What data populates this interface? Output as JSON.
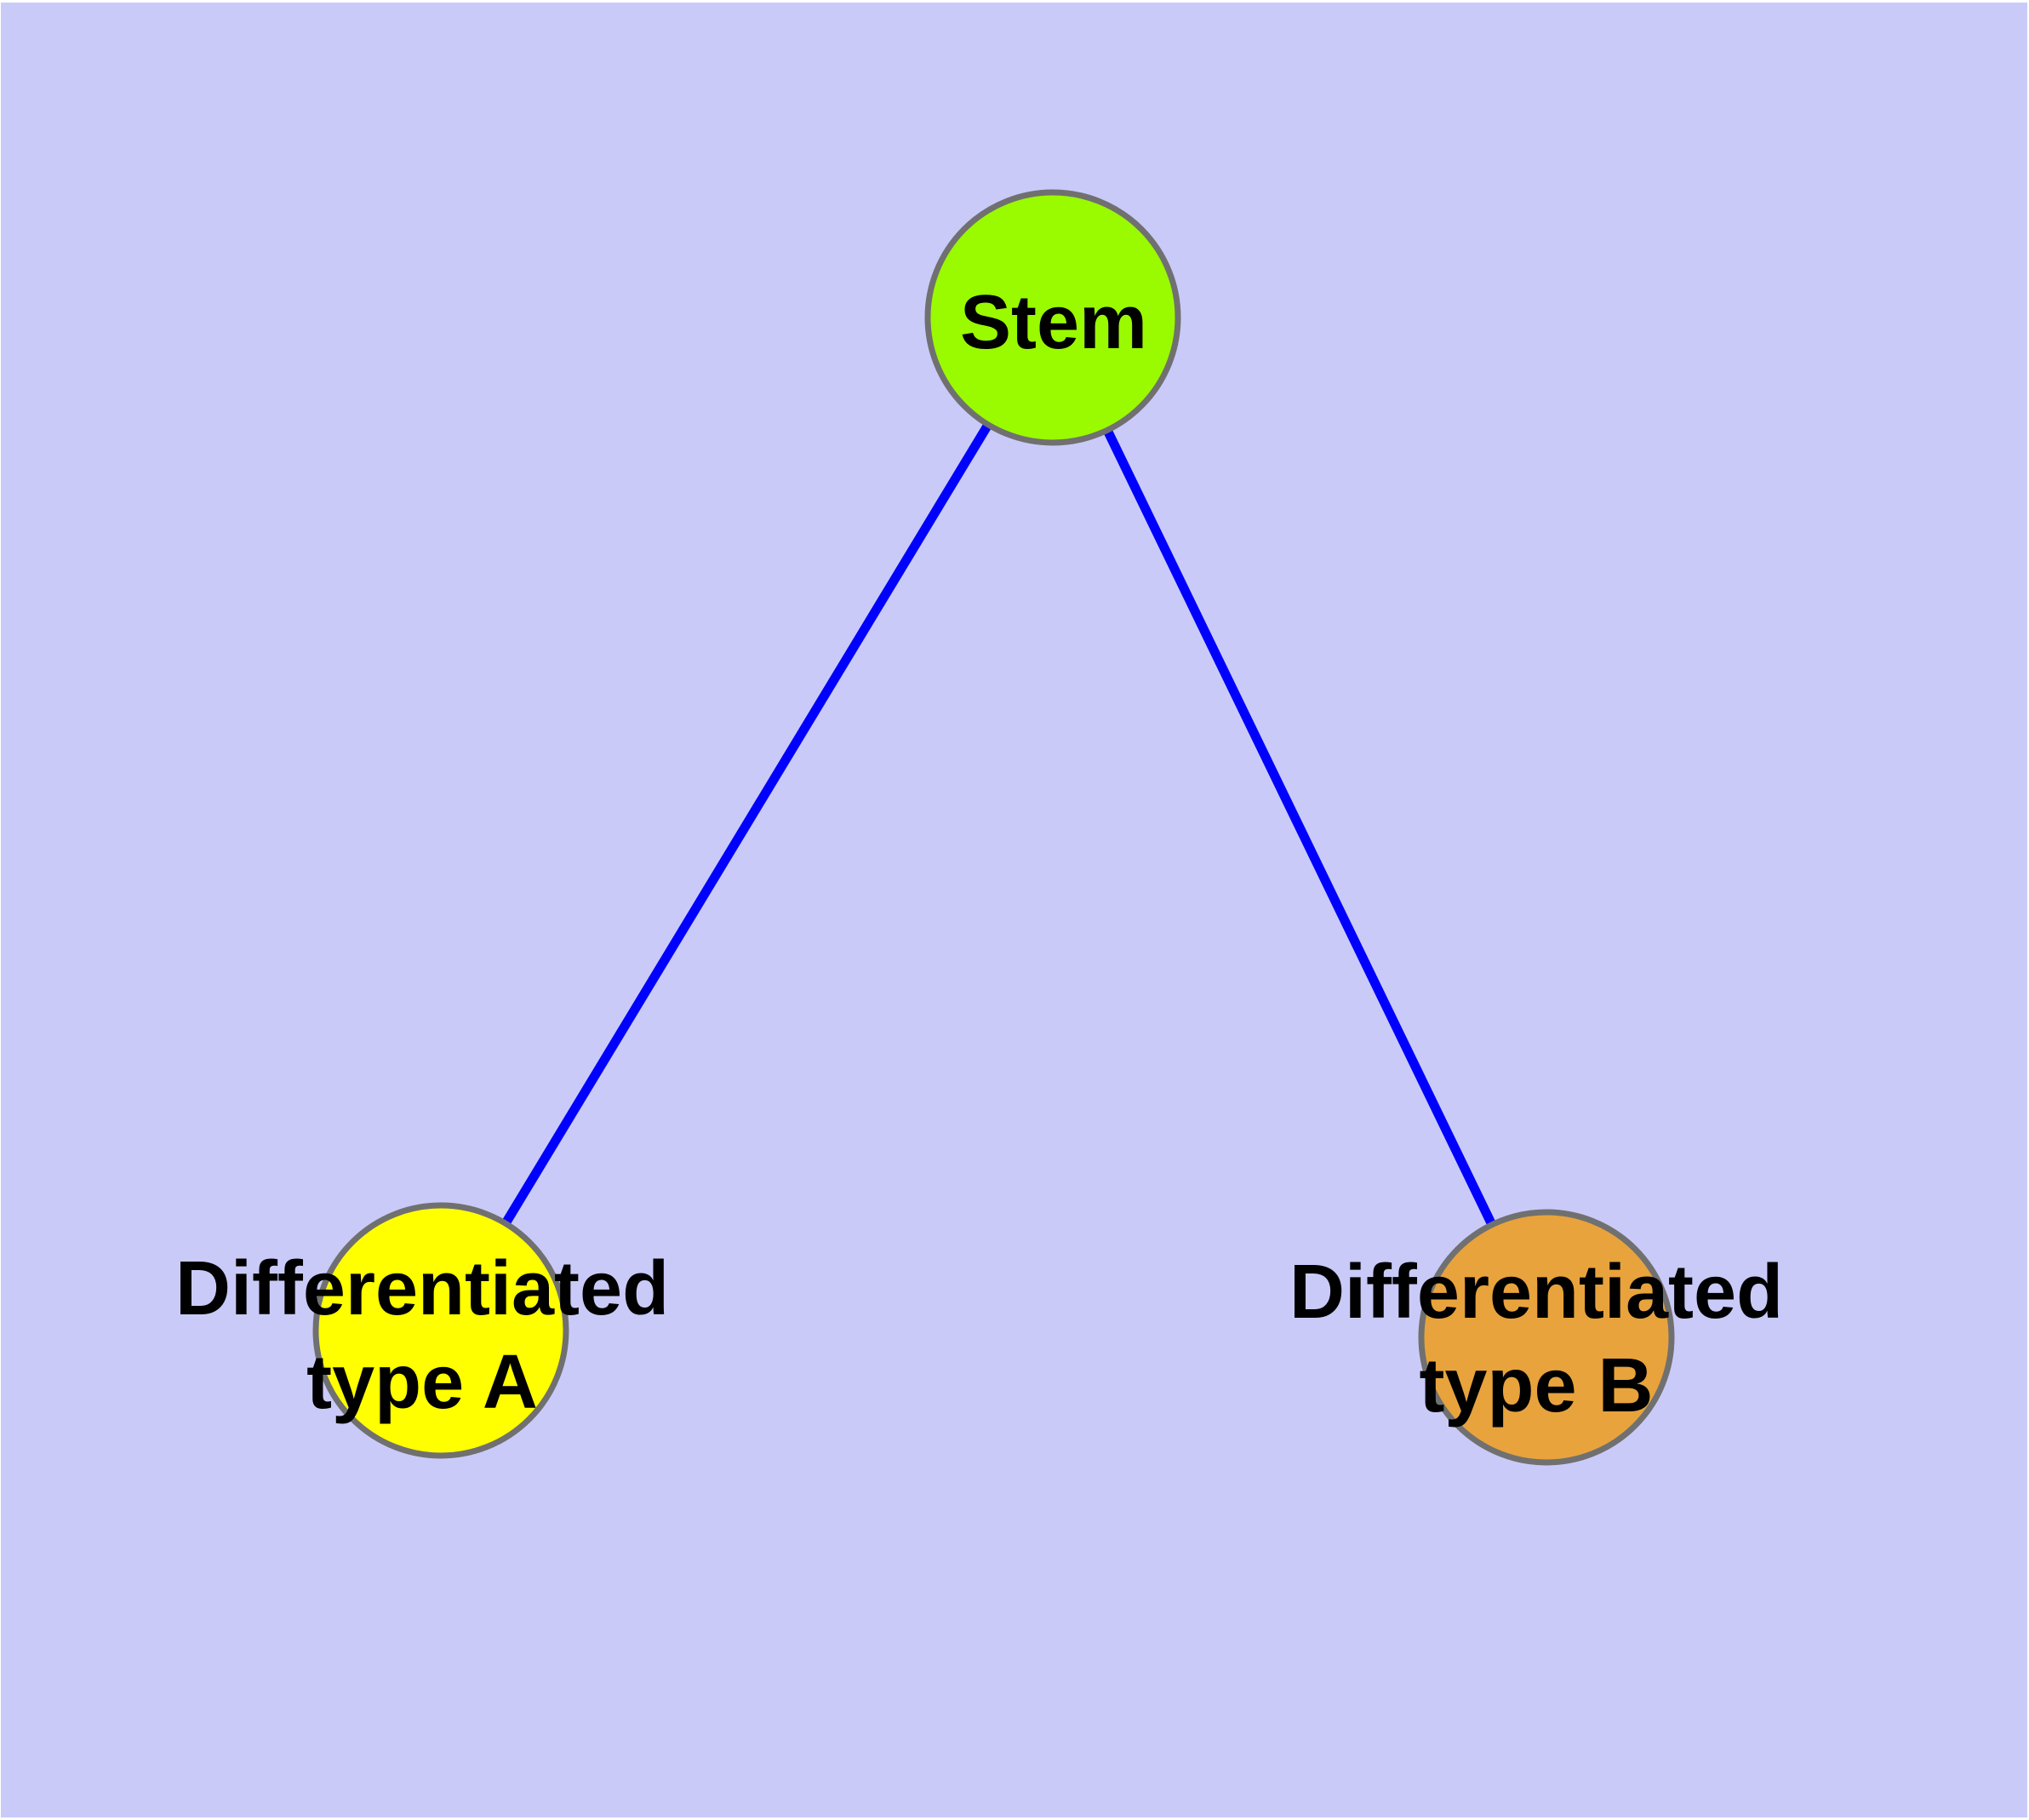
{
  "colors": {
    "background": "#CACAF9",
    "frame": "#FFFFFF",
    "edge": "#0000FF",
    "node_border": "#707070",
    "label_text": "#000000"
  },
  "nodes": [
    {
      "id": "stem",
      "label": "Stem",
      "fill": "#9AFA00"
    },
    {
      "id": "type-a",
      "label": "Differentiated\ntype A",
      "fill": "#FFFF00"
    },
    {
      "id": "type-b",
      "label": "Differentiated\ntype B",
      "fill": "#E8A33C"
    }
  ],
  "edges": [
    {
      "from": "Stem",
      "to": "Differentiated type A"
    },
    {
      "from": "Stem",
      "to": "Differentiated type B"
    }
  ]
}
